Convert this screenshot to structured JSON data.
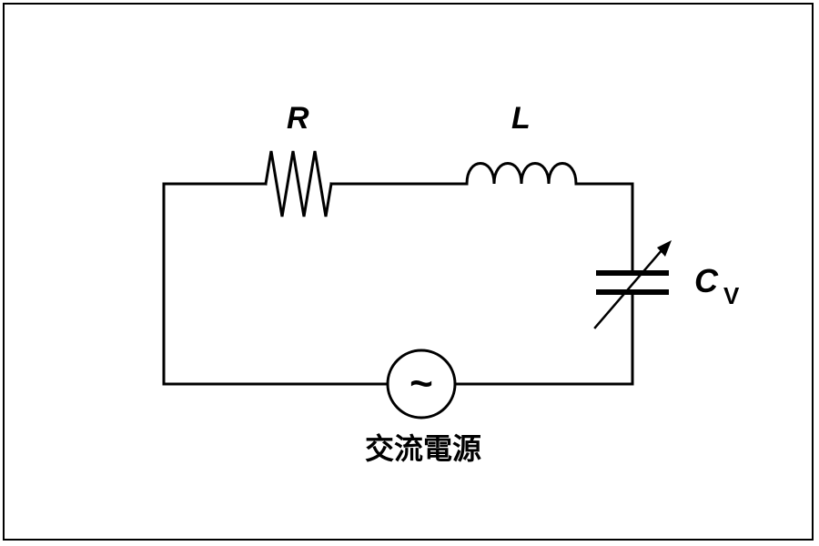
{
  "diagram": {
    "resistor": {
      "label": "R"
    },
    "inductor": {
      "label": "L"
    },
    "capacitor": {
      "label": "C",
      "subscript": "V"
    },
    "source": {
      "symbol": "~",
      "label": "交流電源"
    },
    "colors": {
      "line": "#000000",
      "background": "#ffffff"
    }
  }
}
